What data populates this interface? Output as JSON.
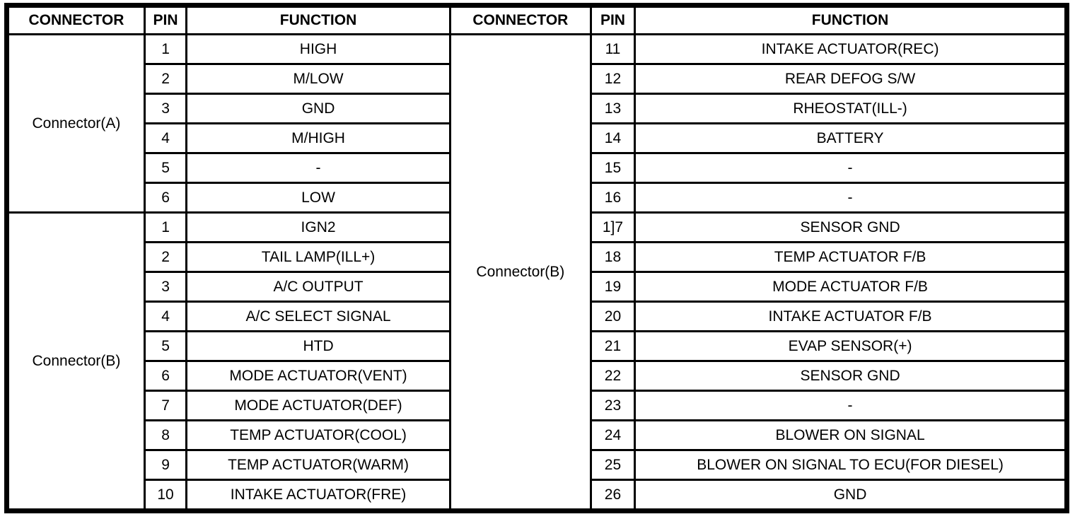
{
  "table": {
    "headers": [
      "CONNECTOR",
      "PIN",
      "FUNCTION",
      "CONNECTOR",
      "PIN",
      "FUNCTION"
    ],
    "left": {
      "groups": [
        {
          "connector": "Connector(A)",
          "rows": [
            [
              "1",
              "HIGH"
            ],
            [
              "2",
              "M/LOW"
            ],
            [
              "3",
              "GND"
            ],
            [
              "4",
              "M/HIGH"
            ],
            [
              "5",
              "-"
            ],
            [
              "6",
              "LOW"
            ]
          ]
        },
        {
          "connector": "Connector(B)",
          "rows": [
            [
              "1",
              "IGN2"
            ],
            [
              "2",
              "TAIL LAMP(ILL+)"
            ],
            [
              "3",
              "A/C OUTPUT"
            ],
            [
              "4",
              "A/C SELECT SIGNAL"
            ],
            [
              "5",
              "HTD"
            ],
            [
              "6",
              "MODE ACTUATOR(VENT)"
            ],
            [
              "7",
              "MODE ACTUATOR(DEF)"
            ],
            [
              "8",
              "TEMP ACTUATOR(COOL)"
            ],
            [
              "9",
              "TEMP ACTUATOR(WARM)"
            ],
            [
              "10",
              "INTAKE ACTUATOR(FRE)"
            ]
          ]
        }
      ]
    },
    "right": {
      "groups": [
        {
          "connector": "Connector(B)",
          "rows": [
            [
              "11",
              "INTAKE ACTUATOR(REC)"
            ],
            [
              "12",
              "REAR DEFOG S/W"
            ],
            [
              "13",
              "RHEOSTAT(ILL-)"
            ],
            [
              "14",
              "BATTERY"
            ],
            [
              "15",
              "-"
            ],
            [
              "16",
              "-"
            ],
            [
              "1]7",
              "SENSOR GND"
            ],
            [
              "18",
              "TEMP ACTUATOR F/B"
            ],
            [
              "19",
              "MODE ACTUATOR F/B"
            ],
            [
              "20",
              "INTAKE ACTUATOR F/B"
            ],
            [
              "21",
              "EVAP SENSOR(+)"
            ],
            [
              "22",
              "SENSOR GND"
            ],
            [
              "23",
              "-"
            ],
            [
              "24",
              "BLOWER ON SIGNAL"
            ],
            [
              "25",
              "BLOWER ON SIGNAL TO ECU(FOR DIESEL)"
            ],
            [
              "26",
              "GND"
            ]
          ]
        }
      ]
    }
  }
}
